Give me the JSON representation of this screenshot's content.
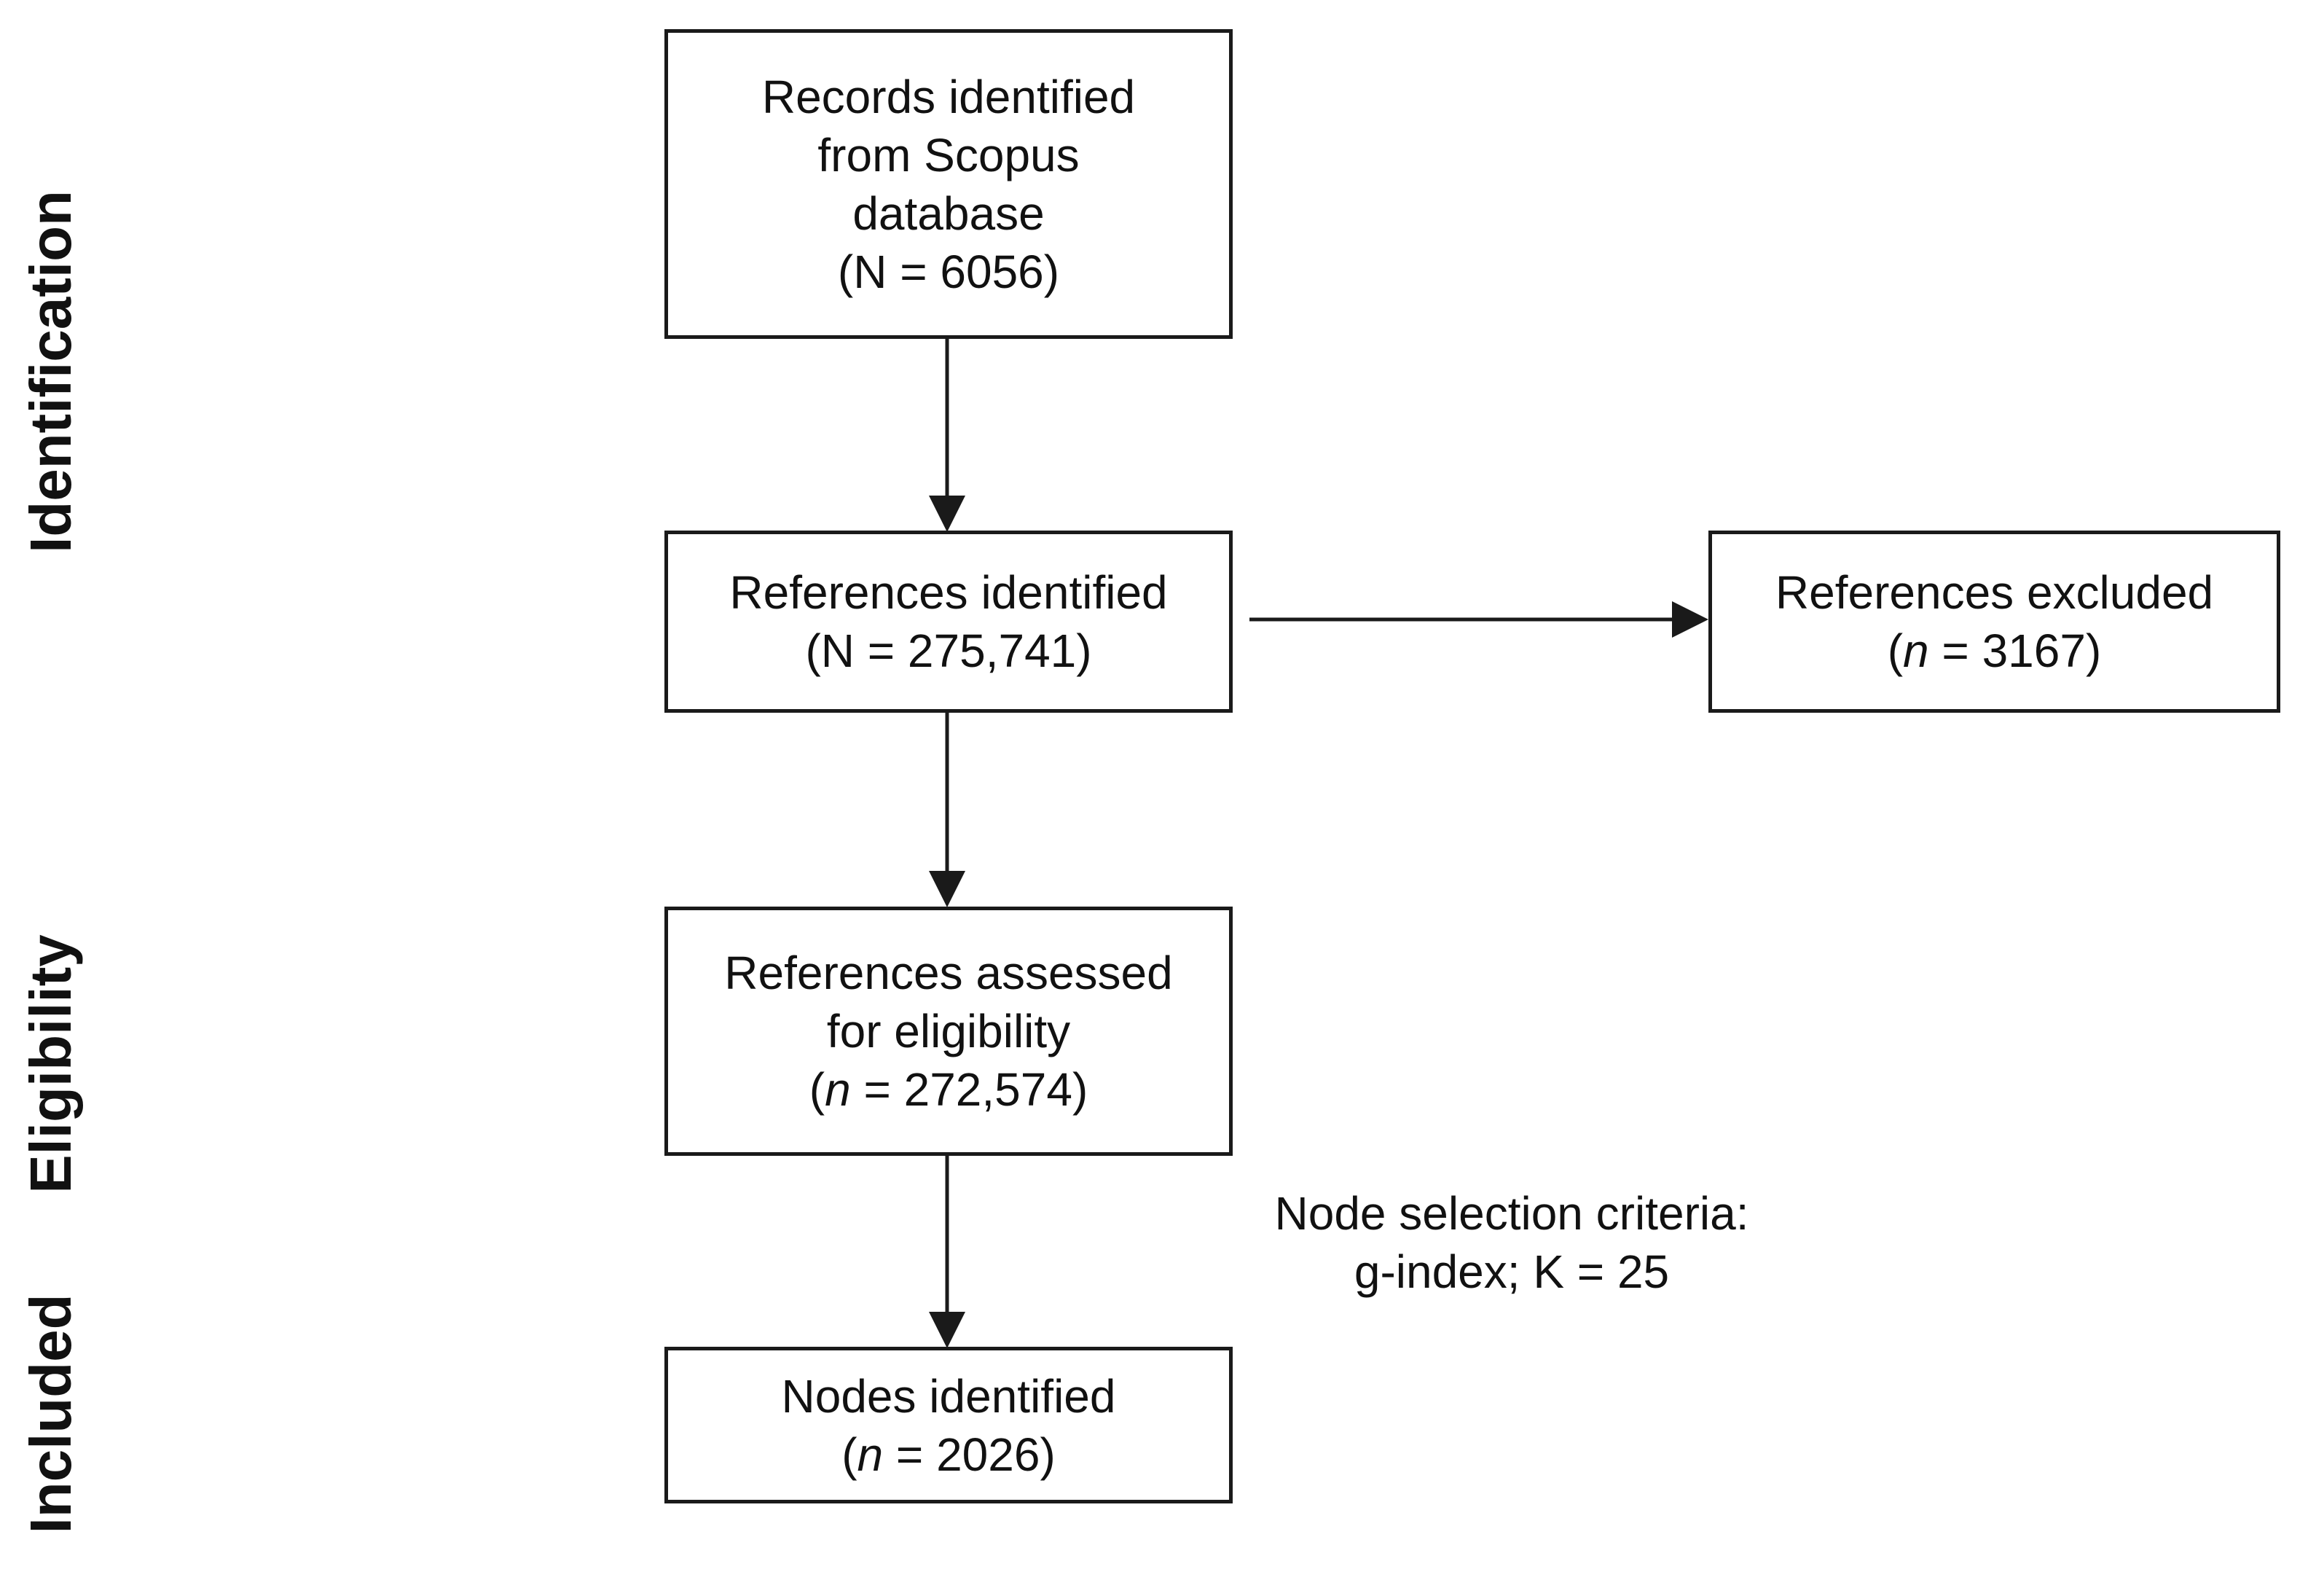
{
  "stages": {
    "identification": "Identification",
    "eligibility": "Eligibility",
    "included": "Included"
  },
  "boxes": {
    "records": {
      "line1": "Records identified",
      "line2": "from Scopus",
      "line3": "database",
      "line4": "(N = 6056)"
    },
    "references_identified": {
      "line1": "References identified",
      "line2": "(N = 275,741)"
    },
    "references_excluded": {
      "line1": "References excluded",
      "count_prefix": "(",
      "count_var": "n",
      "count_rest": " = 3167)"
    },
    "references_assessed": {
      "line1": "References assessed",
      "line2": "for eligibility",
      "count_prefix": "(",
      "count_var": "n",
      "count_rest": " = 272,574)"
    },
    "nodes_identified": {
      "line1": "Nodes identified",
      "count_prefix": "(",
      "count_var": "n",
      "count_rest": " = 2026)"
    }
  },
  "criteria_note": {
    "line1": "Node selection criteria:",
    "line2": "g-index; K = 25"
  },
  "colors": {
    "stroke": "#1a1a1a",
    "text": "#111111",
    "background": "#ffffff"
  }
}
